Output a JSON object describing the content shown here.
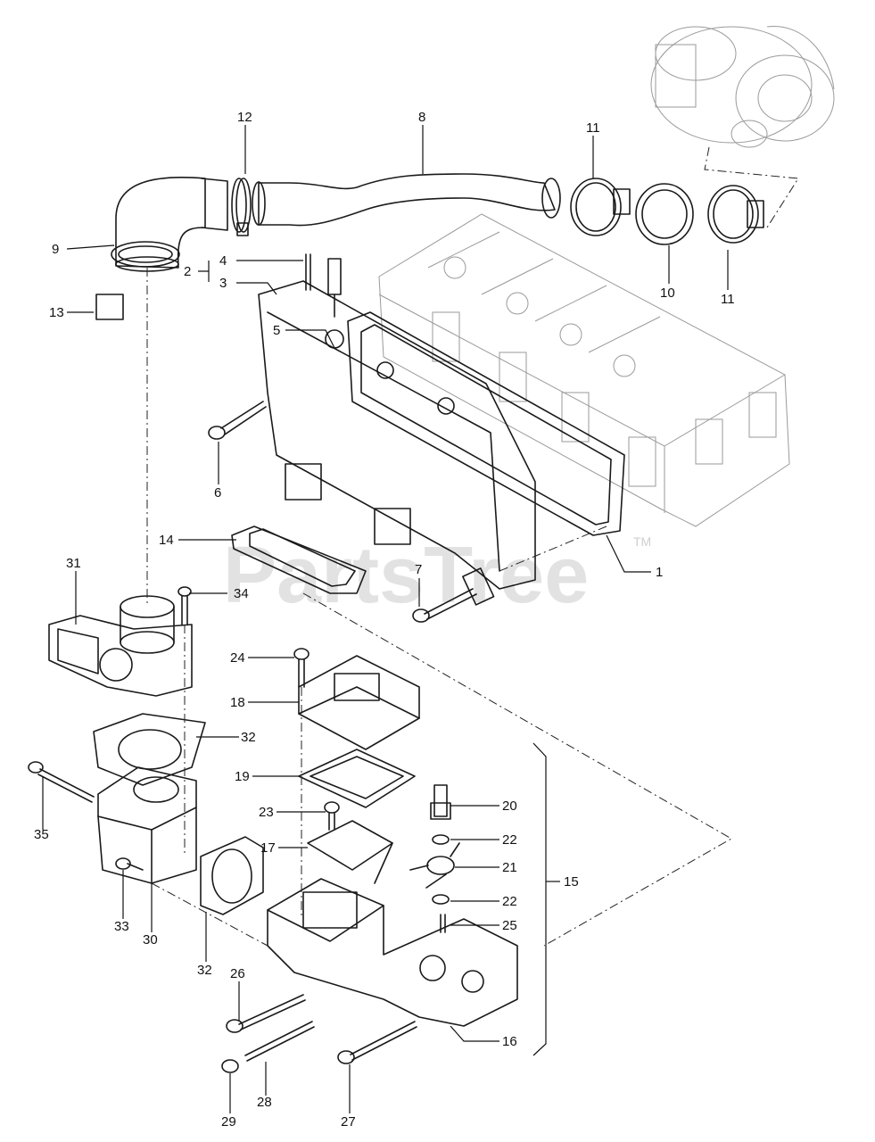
{
  "watermark": {
    "text": "PartsTree",
    "tm": "TM"
  },
  "callouts": [
    {
      "id": "c12",
      "text": "12"
    },
    {
      "id": "c8",
      "text": "8"
    },
    {
      "id": "c11a",
      "text": "11"
    },
    {
      "id": "c9",
      "text": "9"
    },
    {
      "id": "c10",
      "text": "10"
    },
    {
      "id": "c11b",
      "text": "11"
    },
    {
      "id": "c13",
      "text": "13"
    },
    {
      "id": "c5",
      "text": "5"
    },
    {
      "id": "c4",
      "text": "4"
    },
    {
      "id": "c2",
      "text": "2"
    },
    {
      "id": "c3",
      "text": "3"
    },
    {
      "id": "c6",
      "text": "6"
    },
    {
      "id": "c14",
      "text": "14"
    },
    {
      "id": "c1",
      "text": "1"
    },
    {
      "id": "c31",
      "text": "31"
    },
    {
      "id": "c34",
      "text": "34"
    },
    {
      "id": "c7",
      "text": "7"
    },
    {
      "id": "c24",
      "text": "24"
    },
    {
      "id": "c18",
      "text": "18"
    },
    {
      "id": "c32a",
      "text": "32"
    },
    {
      "id": "c19",
      "text": "19"
    },
    {
      "id": "c35",
      "text": "35"
    },
    {
      "id": "c20",
      "text": "20"
    },
    {
      "id": "c23",
      "text": "23"
    },
    {
      "id": "c22a",
      "text": "22"
    },
    {
      "id": "c17",
      "text": "17"
    },
    {
      "id": "c21",
      "text": "21"
    },
    {
      "id": "c15",
      "text": "15"
    },
    {
      "id": "c22b",
      "text": "22"
    },
    {
      "id": "c33",
      "text": "33"
    },
    {
      "id": "c30",
      "text": "30"
    },
    {
      "id": "c25",
      "text": "25"
    },
    {
      "id": "c32b",
      "text": "32"
    },
    {
      "id": "c26",
      "text": "26"
    },
    {
      "id": "c16",
      "text": "16"
    },
    {
      "id": "c28",
      "text": "28"
    },
    {
      "id": "c29",
      "text": "29"
    },
    {
      "id": "c27",
      "text": "27"
    }
  ]
}
